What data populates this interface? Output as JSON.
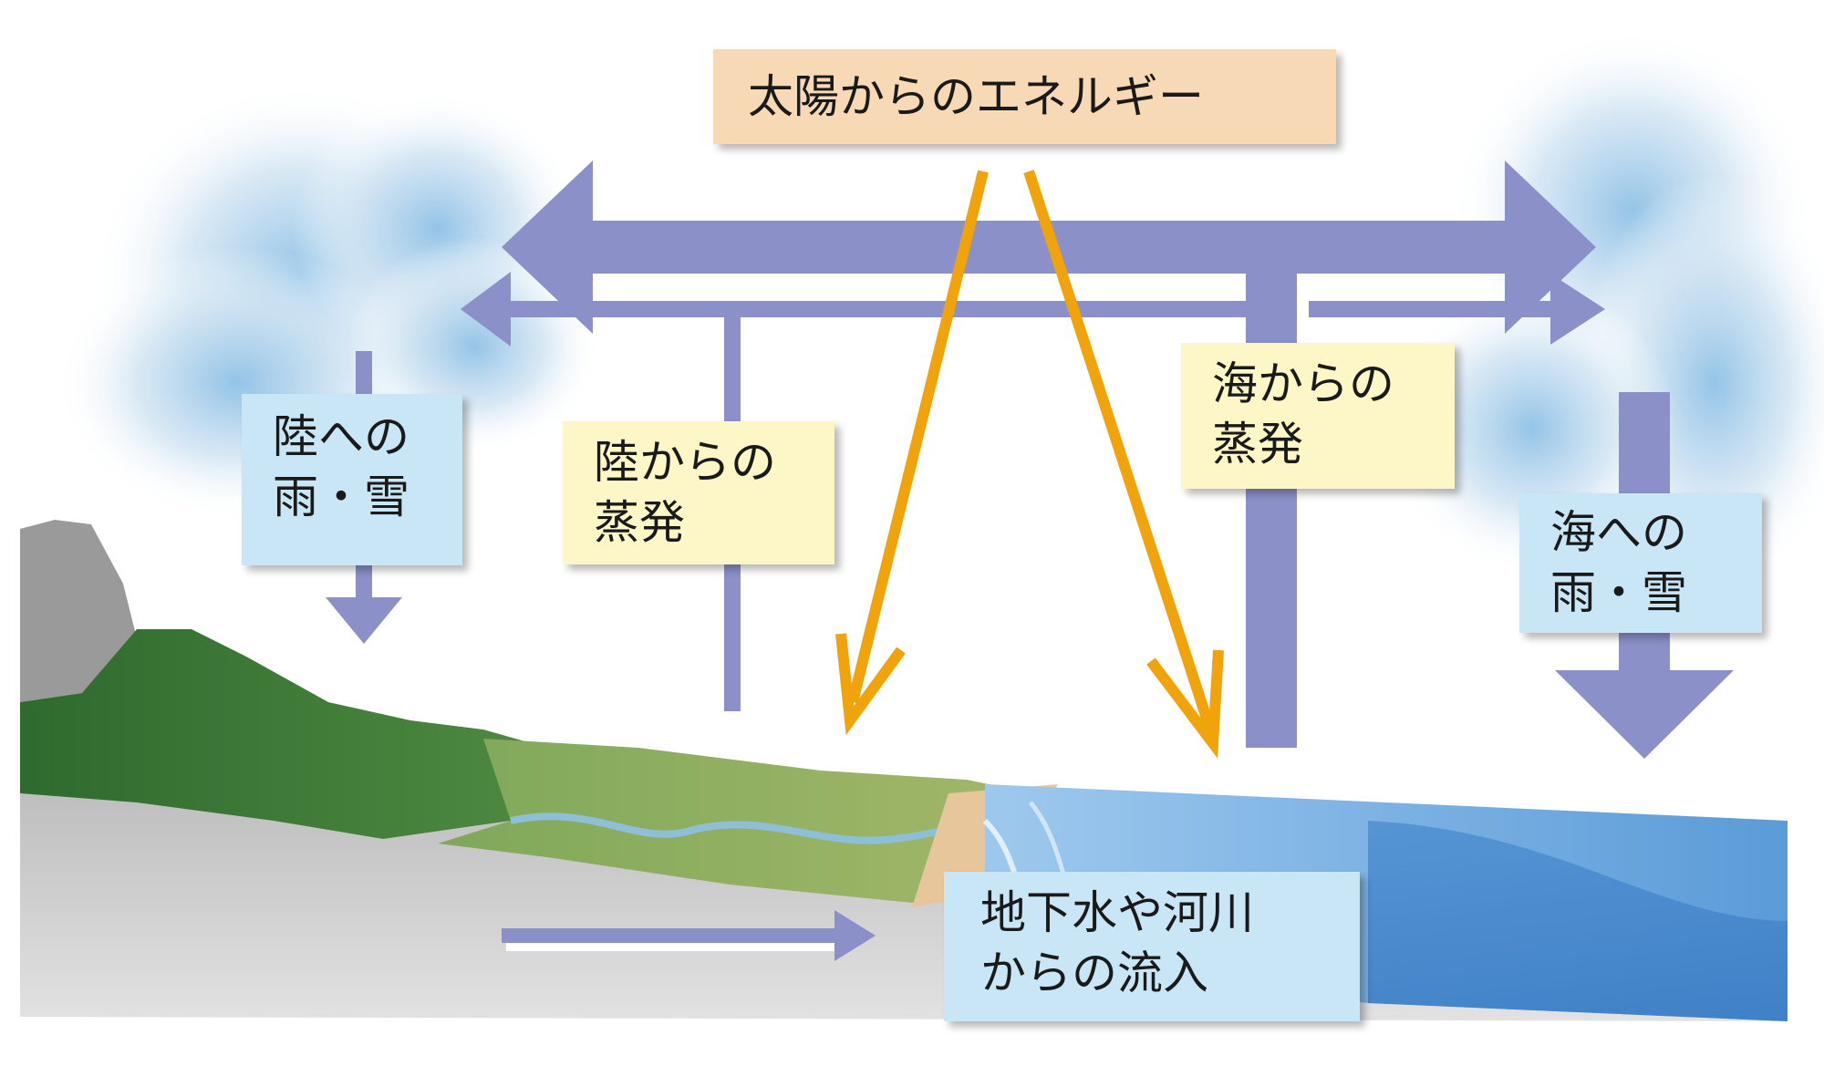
{
  "labels": {
    "solar_energy": "太陽からのエネルギー",
    "land_evaporation": [
      "陸からの",
      "蒸発"
    ],
    "ocean_evaporation": [
      "海からの",
      "蒸発"
    ],
    "land_precipitation": [
      "陸への",
      "雨・雪"
    ],
    "ocean_precipitation": [
      "海への",
      "雨・雪"
    ],
    "inflow": [
      "地下水や河川",
      "からの流入"
    ]
  },
  "colors": {
    "flow_arrow": "#8b91c8",
    "energy_arrow": "#f0a30a",
    "label_blue": "#c9e6f6",
    "label_yellow": "#fdf6c7",
    "label_peach": "#f7d9b6",
    "ocean": "#6fa9e0",
    "forest": "#3f7a3a",
    "ground": "#c8c8c8"
  }
}
